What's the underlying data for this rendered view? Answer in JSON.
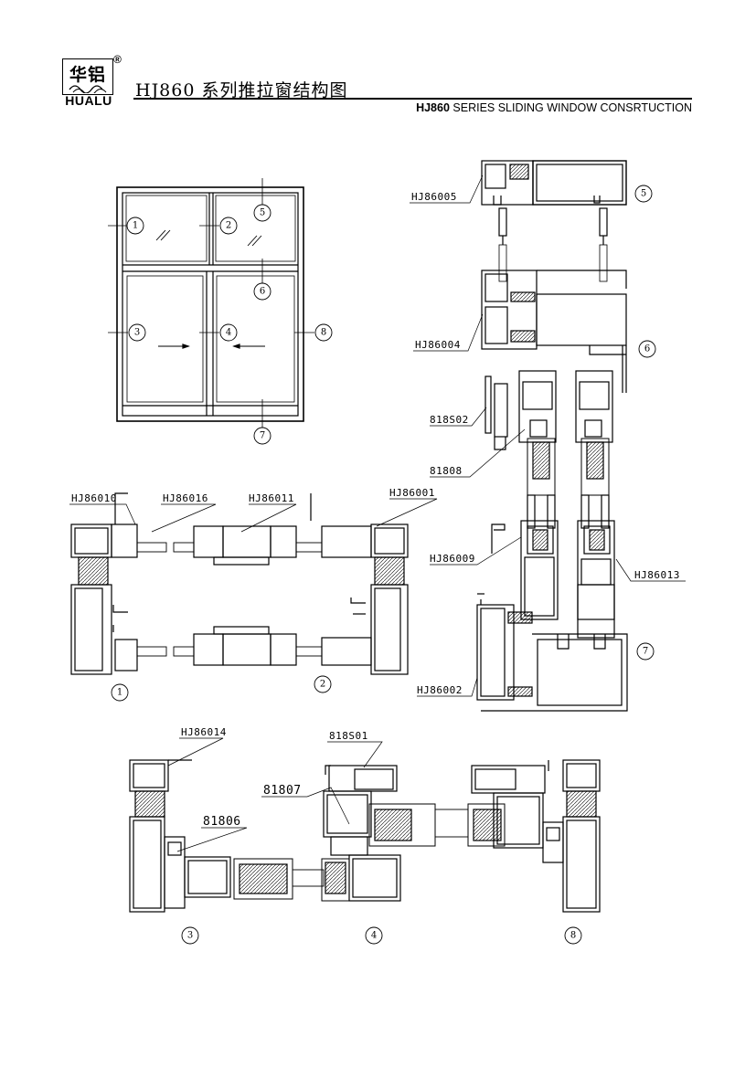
{
  "logo": {
    "cn": "华铝",
    "en": "HUALU",
    "reg": "®"
  },
  "title": {
    "cn": "HJ860 系列推拉窗结构图",
    "en_bold": "HJ860",
    "en_rest": " SERIES SLIDING WINDOW CONSRTUCTION"
  },
  "elevation_markers": [
    "1",
    "2",
    "3",
    "4",
    "5",
    "6",
    "7",
    "8"
  ],
  "profiles": {
    "p86005": "HJ86005",
    "p86004": "HJ86004",
    "p818s02": "818S02",
    "p81808": "81808",
    "p86009": "HJ86009",
    "p86013": "HJ86013",
    "p86002": "HJ86002",
    "p86010": "HJ86010",
    "p86016": "HJ86016",
    "p86011": "HJ86011",
    "p86001": "HJ86001",
    "p86014": "HJ86014",
    "p818s01": "818S01",
    "p81807": "81807",
    "p81806": "81806"
  },
  "section_markers": {
    "v5": "5",
    "v6": "6",
    "v7": "7",
    "h1": "1",
    "h2": "2",
    "b3": "3",
    "b4": "4",
    "b8": "8"
  }
}
